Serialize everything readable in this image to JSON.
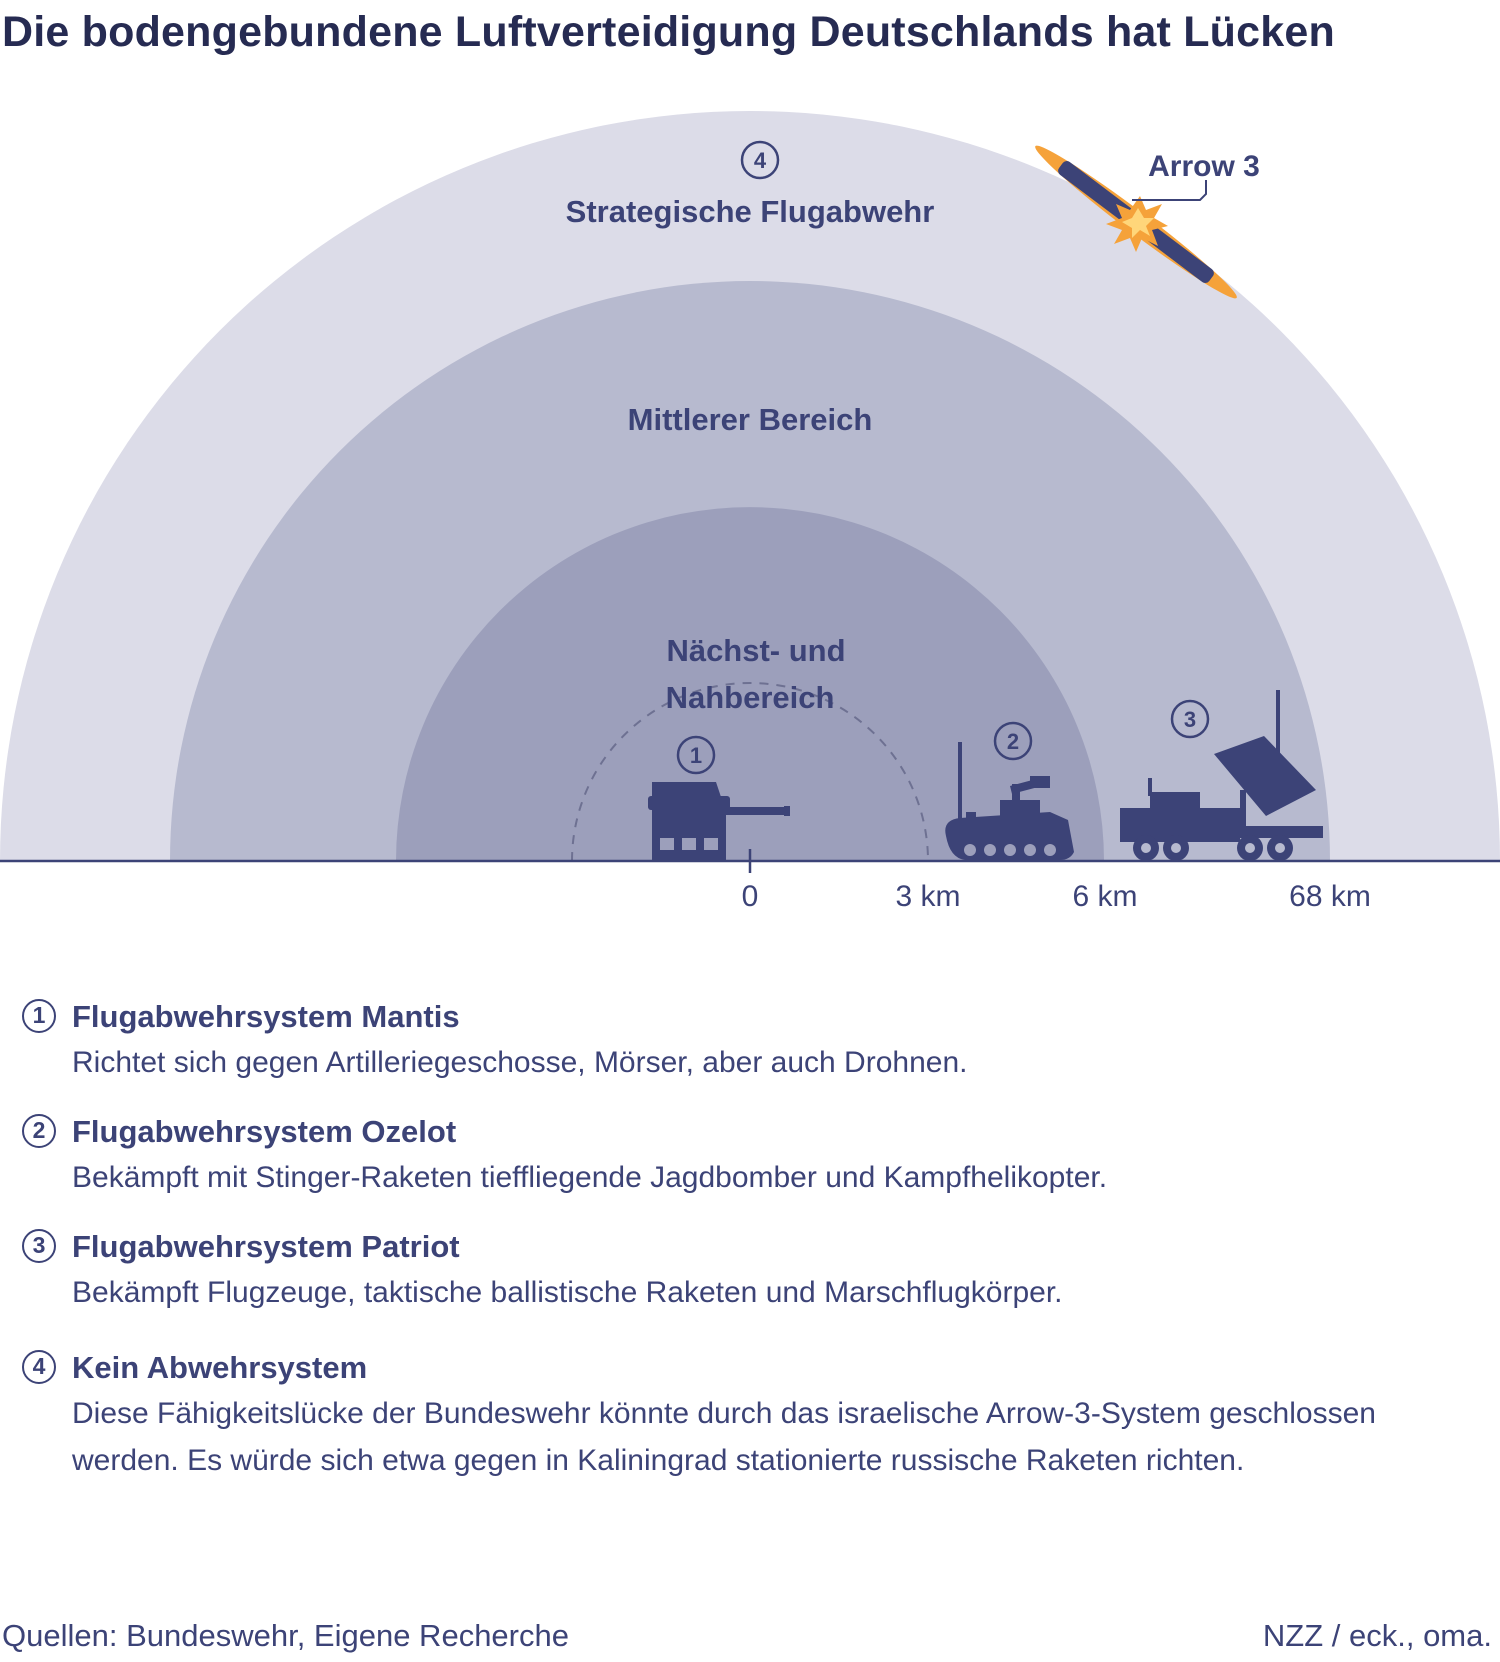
{
  "title": "Die bodengebundene Luftverteidigung Deutschlands hat Lücken",
  "zones": [
    {
      "number": "④",
      "label": "Strategische Flugabwehr"
    },
    {
      "label": "Mittlerer Bereich"
    },
    {
      "label_line1": "Nächst- und",
      "label_line2": "Nahbereich"
    }
  ],
  "system_markers": [
    "①",
    "②",
    "③"
  ],
  "arrow_label": "Arrow 3",
  "axis_ticks": [
    "0",
    "3 km",
    "6 km",
    "68 km"
  ],
  "legend": [
    {
      "num": "1",
      "title": "Flugabwehrsystem Mantis",
      "desc": "Richtet sich gegen Artilleriegeschosse, Mörser, aber auch Drohnen."
    },
    {
      "num": "2",
      "title": "Flugabwehrsystem Ozelot",
      "desc": "Bekämpft mit Stinger-Raketen tieffliegende Jagdbomber und Kampfhelikopter."
    },
    {
      "num": "3",
      "title": "Flugabwehrsystem Patriot",
      "desc": "Bekämpft Flugzeuge, taktische ballistische Raketen und Marschflugkörper."
    },
    {
      "num": "4",
      "title": "Kein Abwehrsystem",
      "desc": "Diese Fähigkeitslücke der Bundeswehr könnte durch das israelische Arrow-3-System geschlossen werden. Es würde sich etwa gegen in Kaliningrad stationierte russische Raketen richten."
    }
  ],
  "footer": {
    "sources": "Quellen: Bundeswehr, Eigene Recherche",
    "credit": "NZZ / eck., oma."
  },
  "colors": {
    "outer": "#dcdce8",
    "middle": "#b7bacf",
    "inner": "#9c9fbb",
    "ink": "#3c4377",
    "title": "#262b52",
    "flame": "#f5a23a"
  }
}
